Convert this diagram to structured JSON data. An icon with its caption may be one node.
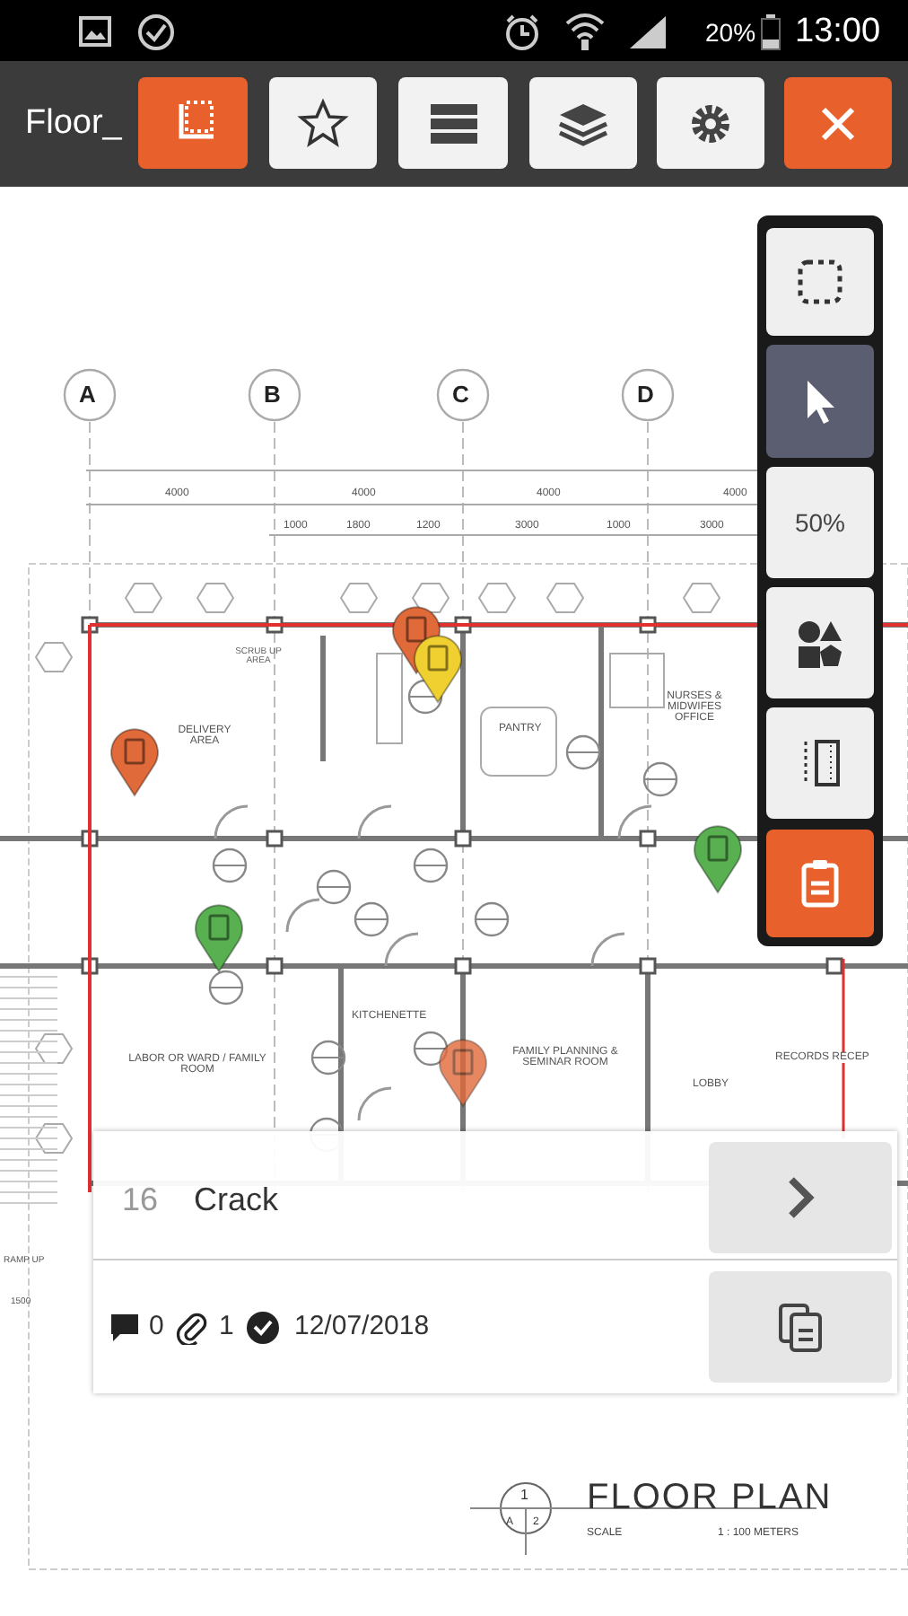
{
  "diagram": {
    "labels": [
      "20%",
      "13:00",
      "Floor_",
      "A",
      "B",
      "C",
      "D",
      "4000",
      "4000",
      "4000",
      "4000",
      "1000",
      "1800",
      "1200",
      "3000",
      "1000",
      "3000",
      "50%",
      "SCRUB UP AREA",
      "DELIVERY AREA",
      "PANTRY",
      "NURSES & MIDWIFES OFFICE",
      "KITCHENETTE",
      "LABOR OR WARD / FAMILY ROOM",
      "FAMILY PLANNING & SEMINAR ROOM",
      "LOBBY",
      "RECORDS RECEP",
      "RAMP UP",
      "16",
      "Crack",
      "1500",
      "0",
      "1",
      "12/07/2018",
      "1",
      "FLOOR PLAN",
      "A",
      "2",
      "SCALE",
      "1 : 100 METERS"
    ]
  }
}
